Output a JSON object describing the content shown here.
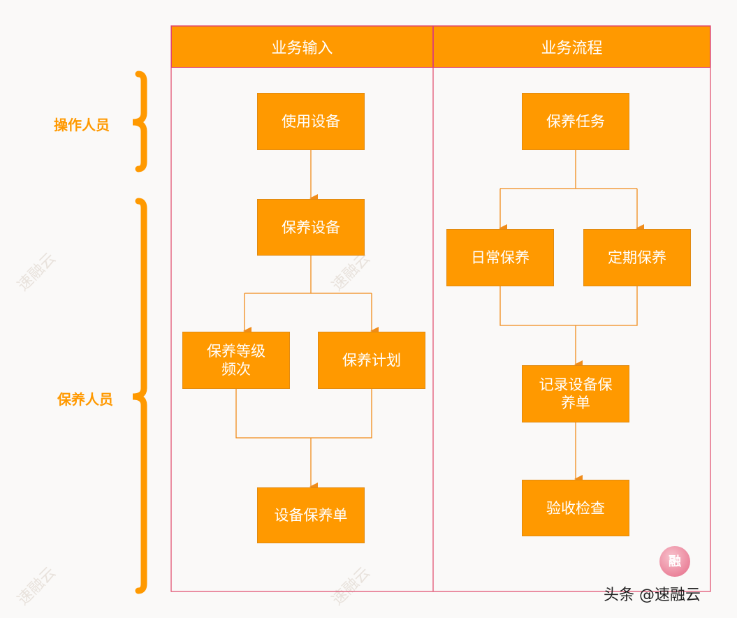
{
  "columns": {
    "left_title": "业务输入",
    "right_title": "业务流程"
  },
  "roles": {
    "operator": "操作人员",
    "maintainer": "保养人员"
  },
  "left_flow": {
    "use_equipment": "使用设备",
    "maintain_equipment": "保养设备",
    "level_frequency": "保养等级\n频次",
    "plan": "保养计划",
    "order": "设备保养单"
  },
  "right_flow": {
    "task": "保养任务",
    "daily": "日常保养",
    "periodic": "定期保养",
    "record": "记录设备保\n养单",
    "acceptance": "验收检查"
  },
  "watermark": "速融云",
  "footer": {
    "logo_char": "融",
    "attribution": "头条 @速融云"
  },
  "colors": {
    "box": "#ff9900",
    "frame": "#e0466a",
    "arrow": "#f08c1a"
  }
}
